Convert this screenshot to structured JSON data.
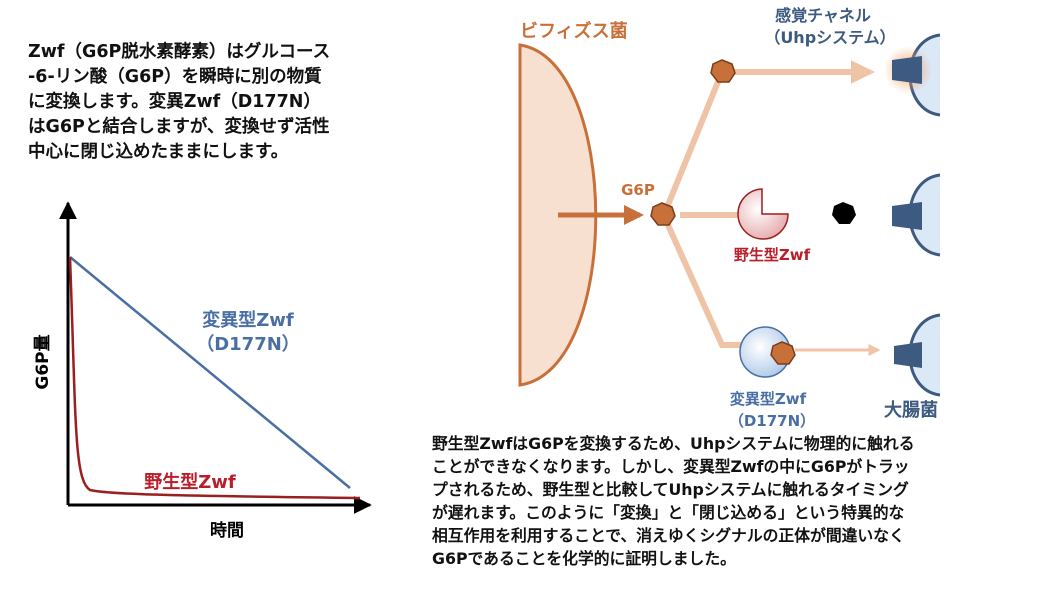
{
  "intro": {
    "lines": [
      "Zwf（G6P脱水素酵素）はグルコース",
      "-6-リン酸（G6P）を瞬時に別の物質",
      "に変換します。変異Zwf（D177N）",
      "はG6Pと結合しますが、変換せず活性",
      "中心に閉じ込めたままにします。"
    ]
  },
  "graph": {
    "ylabel": "G6P量",
    "xlabel": "時間",
    "mutant_label": [
      "変異型Zwf",
      "（D177N）"
    ],
    "wildtype_label": "野生型Zwf"
  },
  "diagram": {
    "bifido_label": "ビフィズス菌",
    "channel_label": [
      "感覚チャネル",
      "（Uhpシステム）"
    ],
    "g6p_label": "G6P",
    "wildtype_label": "野生型Zwf",
    "mutant_label": [
      "変異型Zwf",
      "（D177N）"
    ],
    "ecoli_label": "大腸菌"
  },
  "explain": {
    "lines": [
      "野生型ZwfはG6Pを変換するため、Uhpシステムに物理的に触れる",
      "ことができなくなります。しかし、変異型Zwfの中にG6Pがトラッ",
      "プされるため、野生型と比較してUhpシステムに触れるタイミング",
      "が遅れます。このように「変換」と「閉じ込める」という特異的な",
      "相互作用を利用することで、消えゆくシグナルの正体が間違いなく",
      "G6Pであることを化学的に証明しました。"
    ]
  },
  "colors": {
    "orange": "#c8703a",
    "orange_light": "#efc3a6",
    "cell_fill": "#f8e0d0",
    "blue": "#4a6fa5",
    "blue_dark": "#3d5a80",
    "red_dark": "#9a1f1f",
    "wt_red": "#b81f2a"
  }
}
